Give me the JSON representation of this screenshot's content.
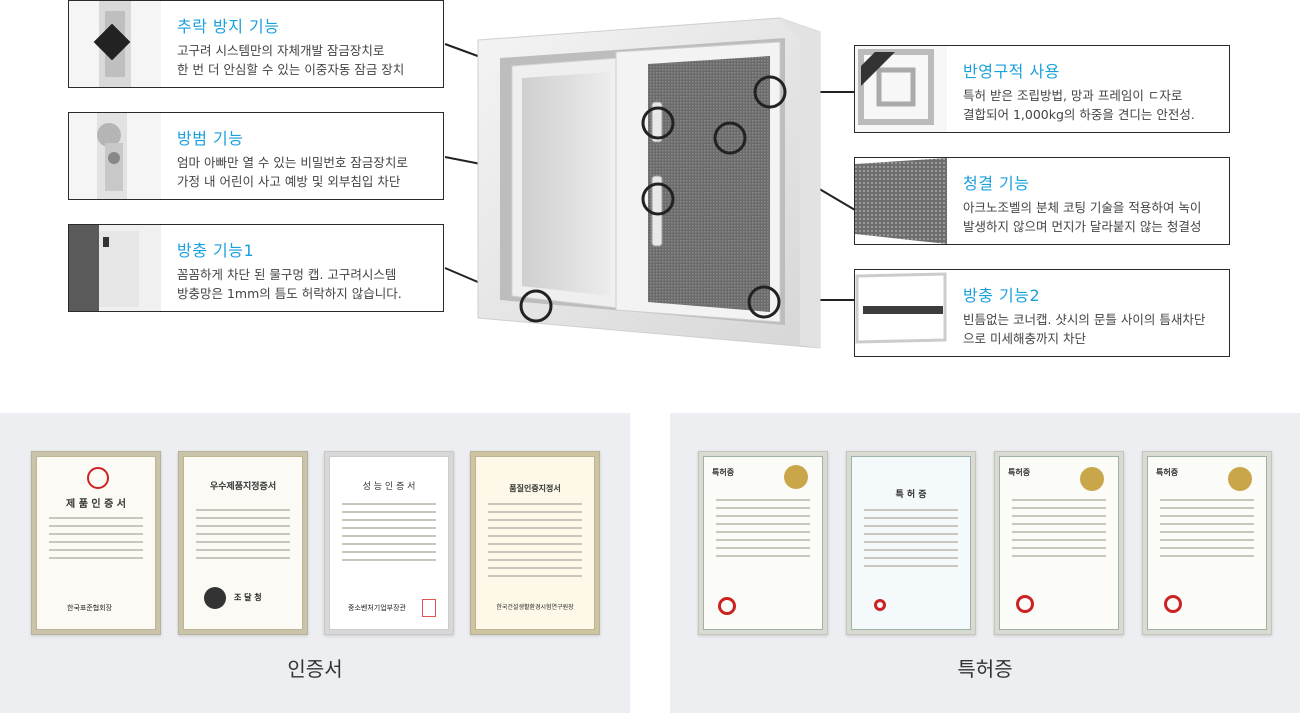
{
  "features_left": [
    {
      "title": "추락 방지 기능",
      "desc": "고구려 시스템만의 자체개발 잠금장치로\n한 번 더 안심할 수 있는 이중자동 잠금 장치"
    },
    {
      "title": "방범 기능",
      "desc": "엄마 아빠만 열 수 있는 비밀번호 잠금장치로\n가정 내 어린이 사고 예방 및 외부침입 차단"
    },
    {
      "title": "방충 기능1",
      "desc": "꼼꼼하게 차단 된 물구멍 캡. 고구려시스템\n방충망은 1mm의 틈도 허락하지 않습니다."
    }
  ],
  "features_right": [
    {
      "title": "반영구적 사용",
      "desc": "특허 받은 조립방법, 망과 프레임이 ㄷ자로\n결합되어 1,000kg의 하중을 견디는 안전성."
    },
    {
      "title": "청결 기능",
      "desc": "아크노조벨의 분체 코팅 기술을 적용하여 녹이\n발생하지 않으며 먼지가 달라붙지 않는 청결성"
    },
    {
      "title": "방충 기능2",
      "desc": "빈틈없는 코너캡. 샷시의 문틀 사이의 틈새차단\n으로 미세해충까지 차단"
    }
  ],
  "certificates": {
    "label": "인증서",
    "docs": [
      {
        "title": "제 품 인 증 서",
        "issuer": "한국표준협회장"
      },
      {
        "title": "우수제품지정증서",
        "issuer": "조 달 청"
      },
      {
        "title": "성 능 인 증 서",
        "issuer": "중소벤처기업부장관"
      },
      {
        "title": "품질인증지정서",
        "issuer": "한국건설생활환경시험연구원장"
      }
    ]
  },
  "patents": {
    "label": "특허증",
    "docs": [
      {
        "title": "특허증"
      },
      {
        "title": "특 허 증"
      },
      {
        "title": "특허증"
      },
      {
        "title": "특허증"
      }
    ]
  },
  "colors": {
    "accent": "#1aa0dc",
    "panel_bg": "#eceef1",
    "border": "#2a2a2a"
  }
}
